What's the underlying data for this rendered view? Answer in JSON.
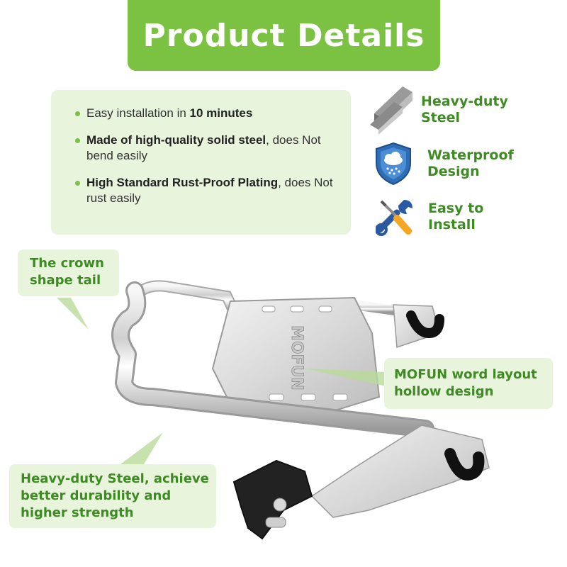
{
  "header": {
    "title": "Product Details"
  },
  "features": [
    {
      "pre": "Easy installation in ",
      "bold": "10 minutes",
      "post": ""
    },
    {
      "pre": "",
      "bold": "Made of high-quality solid steel",
      "post": ", does Not bend easily"
    },
    {
      "pre": "",
      "bold": "High Standard Rust-Proof Plating",
      "post": ", does Not rust easily"
    }
  ],
  "badges": [
    {
      "icon": "steel-bars-icon",
      "label": "Heavy-duty Steel"
    },
    {
      "icon": "waterproof-shield-icon",
      "label": "Waterproof Design"
    },
    {
      "icon": "wrench-screwdriver-icon",
      "label": "Easy to Install"
    }
  ],
  "callouts": {
    "crown": "The crown shape tail",
    "mofun": "MOFUN word layout hollow design",
    "steel": "Heavy-duty Steel, achieve better durability and higher strength"
  },
  "product": {
    "engraving": "MOFUN"
  },
  "colors": {
    "accent": "#7cc242",
    "accent_dark": "#3e8a23",
    "panel": "#e8f4dc"
  }
}
